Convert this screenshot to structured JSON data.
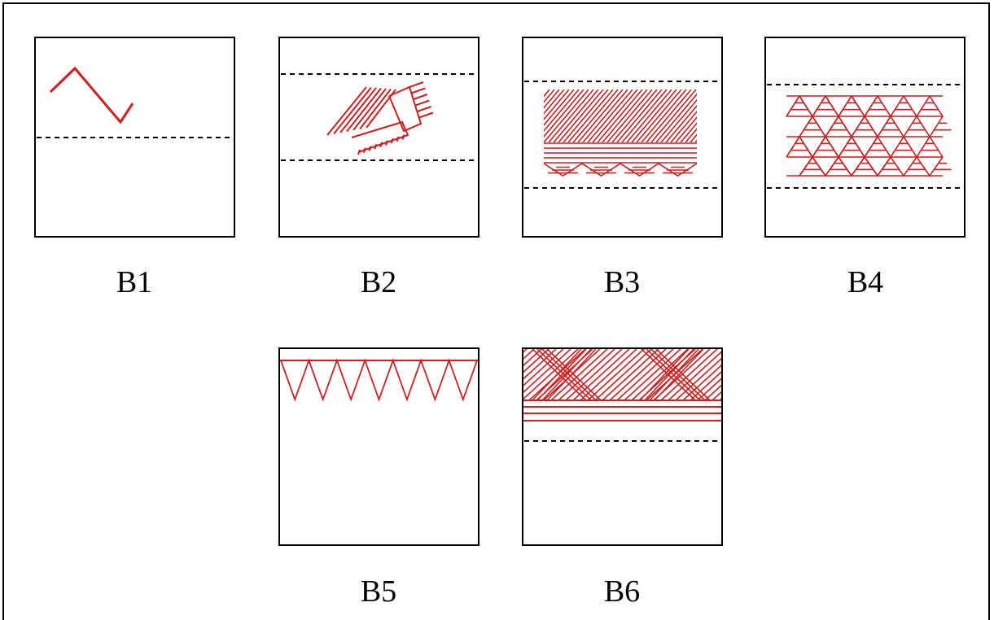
{
  "panels": [
    {
      "id": "b1",
      "label": "B1"
    },
    {
      "id": "b2",
      "label": "B2"
    },
    {
      "id": "b3",
      "label": "B3"
    },
    {
      "id": "b4",
      "label": "B4"
    },
    {
      "id": "b5",
      "label": "B5"
    },
    {
      "id": "b6",
      "label": "B6"
    }
  ],
  "colors": {
    "pattern": "#cc1f1f",
    "border": "#000000",
    "divider": "#000000"
  }
}
